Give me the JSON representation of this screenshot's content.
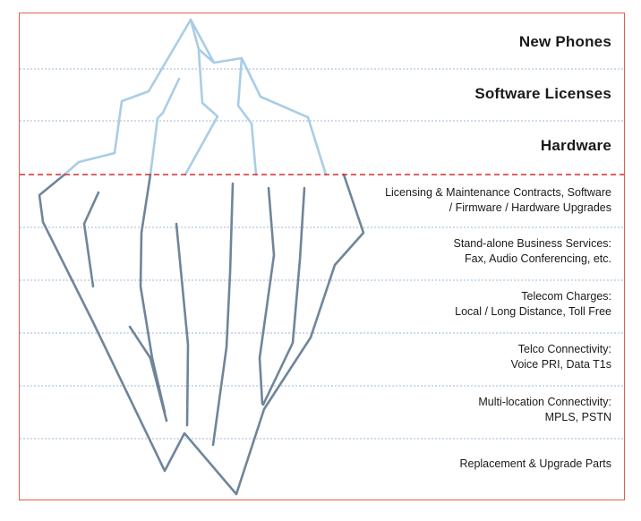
{
  "layers": {
    "above_water": [
      "New Phones",
      "Software Licenses",
      "Hardware"
    ],
    "below_water": [
      {
        "line1": "Licensing & Maintenance Contracts, Software",
        "line2": "/ Firmware / Hardware Upgrades"
      },
      {
        "line1": "Stand-alone Business Services:",
        "line2": "Fax, Audio Conferencing, etc."
      },
      {
        "line1": "Telecom Charges:",
        "line2": "Local / Long Distance, Toll Free"
      },
      {
        "line1": "Telco Connectivity:",
        "line2": "Voice PRI, Data T1s"
      },
      {
        "line1": "Multi-location Connectivity:",
        "line2": "MPLS, PSTN"
      },
      {
        "line1": "Replacement & Upgrade Parts",
        "line2": ""
      }
    ]
  },
  "colors": {
    "frame": "#e0604c",
    "waterline": "#d92b2b",
    "separator": "#9db9d3",
    "ice_above": "#a9cde6",
    "ice_below": "#6f8599"
  }
}
